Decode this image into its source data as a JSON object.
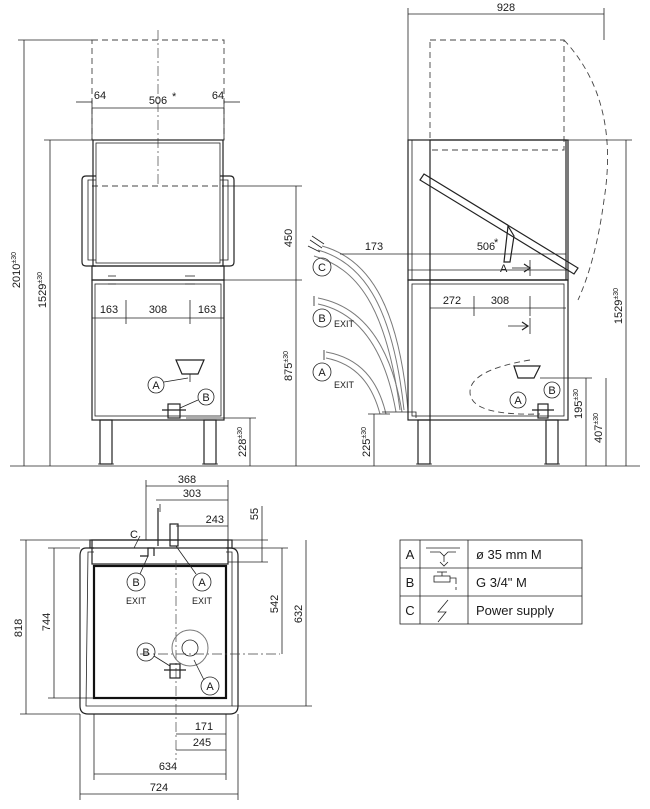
{
  "front_view": {
    "star": "*",
    "dim_64_left": "64",
    "dim_64_right": "64",
    "dim_506": "506",
    "dim_163_left": "163",
    "dim_308": "308",
    "dim_163_right": "163",
    "dim_2010": "2010",
    "dim_2010_tol": "±30",
    "dim_1529": "1529",
    "dim_1529_tol": "±30",
    "dim_450": "450",
    "dim_875": "875",
    "dim_875_tol": "±30",
    "dim_228": "228",
    "dim_228_tol": "±30",
    "callout_a": "A",
    "callout_b": "B"
  },
  "hoses": {
    "callout_c": "C",
    "callout_b": "B",
    "callout_a": "A",
    "exit_b": "EXIT",
    "exit_a": "EXIT",
    "dim_225": "225",
    "dim_225_tol": "±30"
  },
  "side_view": {
    "dim_928": "928",
    "dim_173": "173",
    "dim_506": "506",
    "star": "*",
    "dim_272": "272",
    "dim_308": "308",
    "dim_1529": "1529",
    "dim_1529_tol": "±30",
    "dim_195": "195",
    "dim_195_tol": "±30",
    "dim_407": "407",
    "dim_407_tol": "±30",
    "callout_a_label": "A",
    "callout_a": "A",
    "callout_b": "B"
  },
  "top_view": {
    "dim_368": "368",
    "dim_303": "303",
    "dim_243": "243",
    "dim_55": "55",
    "dim_542": "542",
    "dim_632": "632",
    "dim_818": "818",
    "dim_744": "744",
    "dim_171": "171",
    "dim_245": "245",
    "dim_634": "634",
    "dim_724": "724",
    "callout_c": "C",
    "callout_b_exit": "B",
    "callout_a_exit": "A",
    "exit_b": "EXIT",
    "exit_a": "EXIT",
    "callout_b": "B",
    "callout_a": "A"
  },
  "legend": {
    "rows": [
      {
        "key": "A",
        "icon": "drain-icon",
        "spec": "ø 35 mm M"
      },
      {
        "key": "B",
        "icon": "water-tap-icon",
        "spec": "G 3/4\" M"
      },
      {
        "key": "C",
        "icon": "lightning-icon",
        "spec": "Power supply"
      }
    ]
  },
  "colors": {
    "line": "#222222",
    "hidden": "#7a7a7a",
    "background": "#ffffff"
  }
}
